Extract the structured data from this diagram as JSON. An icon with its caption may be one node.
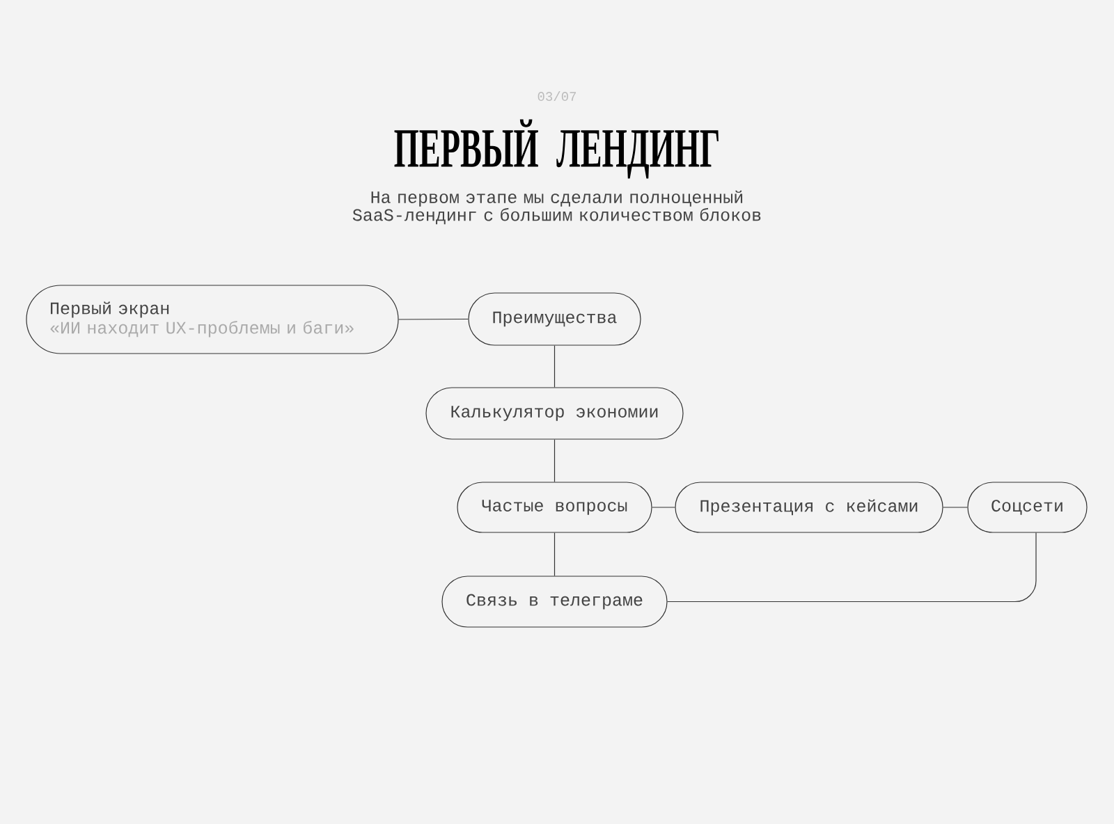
{
  "diagram": {
    "title": "ПЕРВЫЙ ЛЕНДИНГ",
    "nodes": [
      {
        "text": [
          "Первый экран",
          "«ИИ находит UX-проблемы и баги»"
        ]
      },
      {
        "text": [
          "Преимущества"
        ]
      },
      {
        "text": [
          "Калькулятор экономии"
        ]
      },
      {
        "text": [
          "Частые вопросы"
        ]
      },
      {
        "text": [
          "Презентация с кейсами"
        ]
      },
      {
        "text": [
          "Соцсети"
        ]
      },
      {
        "text": [
          "Связь в телеграме"
        ]
      }
    ],
    "edges": [
      {
        "from": 0,
        "to": 1,
        "arrow": "none"
      },
      {
        "from": 1,
        "to": 2,
        "arrow": "none"
      },
      {
        "from": 2,
        "to": 3,
        "arrow": "none"
      },
      {
        "from": 3,
        "to": 4,
        "arrow": "none"
      },
      {
        "from": 4,
        "to": 5,
        "arrow": "none"
      },
      {
        "from": 3,
        "to": 6,
        "arrow": "none"
      },
      {
        "from": 5,
        "to": 6,
        "arrow": "none"
      }
    ],
    "labels": [
      "03/07",
      "На первом этапе мы сделали полноценный SaaS-лендинг с большим количеством блоков"
    ]
  }
}
